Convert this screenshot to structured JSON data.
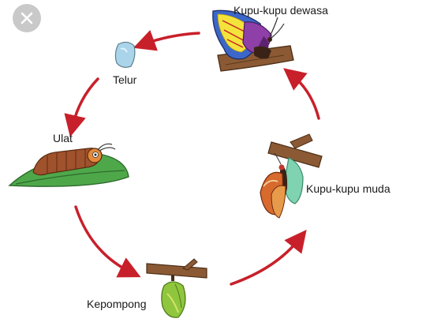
{
  "labels": {
    "adult": "Kupu-kupu dewasa",
    "egg": "Telur",
    "caterpillar": "Ulat",
    "young": "Kupu-kupu muda",
    "pupa": "Kepompong"
  },
  "icons": {
    "close": "close-icon"
  },
  "colors": {
    "arrow": "#c8202a",
    "label": "#1a1a1a",
    "close_bg": "#c9c9c9"
  }
}
